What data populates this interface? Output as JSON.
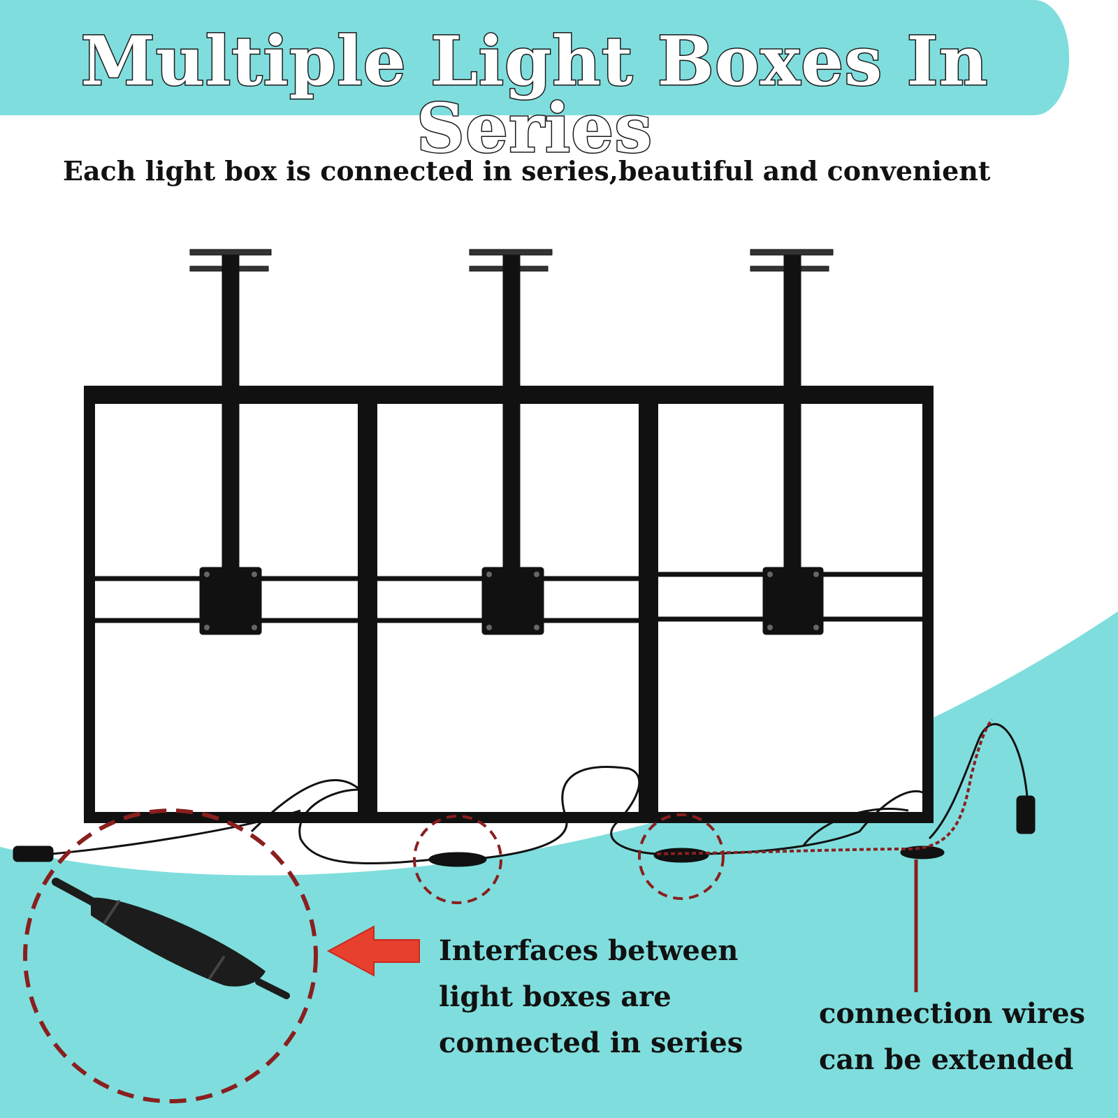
{
  "banner": {
    "title": "Multiple Light Boxes In Series",
    "band_color": "#7fdedd"
  },
  "subtitle": "Each light box is connected in series,beautiful and convenient",
  "callouts": {
    "interfaces": [
      "Interfaces between",
      "light boxes are",
      "connected in series"
    ],
    "wires": [
      "connection wires",
      "can be extended"
    ]
  },
  "colors": {
    "teal": "#7fdedd",
    "frame": "#111111",
    "accent_red": "#e8402e",
    "dash_red": "#8a1f1f"
  },
  "icons": {
    "arrow": "left-arrow-icon",
    "zoom": "magnifier-circle-icon"
  }
}
